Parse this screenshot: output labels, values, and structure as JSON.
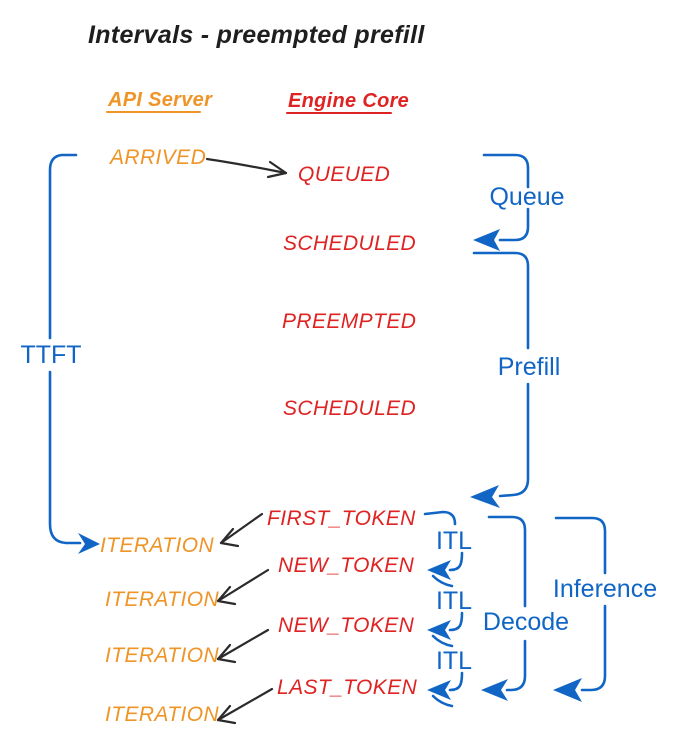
{
  "title": "Intervals - preempted prefill",
  "colors": {
    "api_orange": "#EF9527",
    "engine_red": "#DF2323",
    "interval_blue": "#1166C5",
    "ink_black": "#2b2b2b"
  },
  "headers": {
    "api_server": "API Server",
    "engine_core": "Engine Core"
  },
  "api_events": {
    "arrived": "ARRIVED",
    "iteration_1": "ITERATION",
    "iteration_2": "ITERATION",
    "iteration_3": "ITERATION",
    "iteration_4": "ITERATION"
  },
  "engine_events": {
    "queued": "QUEUED",
    "scheduled_1": "SCHEDULED",
    "preempted": "PREEMPTED",
    "scheduled_2": "SCHEDULED",
    "first_token": "FIRST_TOKEN",
    "new_token_1": "NEW_TOKEN",
    "new_token_2": "NEW_TOKEN",
    "last_token": "LAST_TOKEN"
  },
  "intervals": {
    "ttft": "TTFT",
    "queue": "Queue",
    "prefill": "Prefill",
    "itl_1": "ITL",
    "itl_2": "ITL",
    "itl_3": "ITL",
    "decode": "Decode",
    "inference": "Inference"
  }
}
